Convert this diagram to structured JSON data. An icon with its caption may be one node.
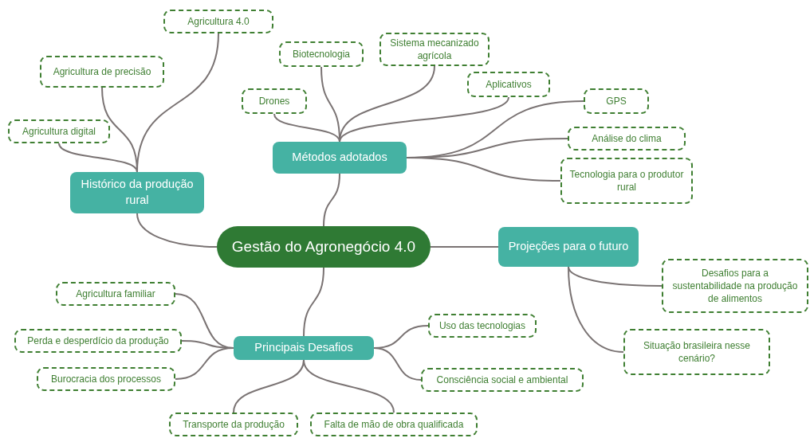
{
  "diagram": {
    "nodes": [
      {
        "text": [
          "Gestão do Agronegócio 4.0"
        ]
      },
      {
        "text": [
          "Histórico da produção rural"
        ]
      },
      {
        "text": [
          "Agricultura 4.0"
        ]
      },
      {
        "text": [
          "Agricultura de precisão"
        ]
      },
      {
        "text": [
          "Agricultura digital"
        ]
      },
      {
        "text": [
          "Métodos adotados"
        ]
      },
      {
        "text": [
          "Biotecnologia"
        ]
      },
      {
        "text": [
          "Sistema mecanizado agrícola"
        ]
      },
      {
        "text": [
          "Drones"
        ]
      },
      {
        "text": [
          "Aplicativos"
        ]
      },
      {
        "text": [
          "GPS"
        ]
      },
      {
        "text": [
          "Análise do clima"
        ]
      },
      {
        "text": [
          "Tecnologia para o produtor rural"
        ]
      },
      {
        "text": [
          "Projeções para o futuro"
        ]
      },
      {
        "text": [
          "Desafios para a sustentabilidade na produção de alimentos"
        ]
      },
      {
        "text": [
          "Situação brasileira nesse cenário?"
        ]
      },
      {
        "text": [
          "Principais Desafios"
        ]
      },
      {
        "text": [
          "Agricultura familiar"
        ]
      },
      {
        "text": [
          "Perda e desperdício da produção"
        ]
      },
      {
        "text": [
          "Burocracia dos processos"
        ]
      },
      {
        "text": [
          "Uso das tecnologias"
        ]
      },
      {
        "text": [
          "Consciência social e ambiental"
        ]
      },
      {
        "text": [
          "Transporte da produção"
        ]
      },
      {
        "text": [
          "Falta de mão de obra qualificada"
        ]
      }
    ],
    "edges": [
      {
        "from": 0,
        "to": 1,
        "arrow": "none"
      },
      {
        "from": 1,
        "to": 2,
        "arrow": "none"
      },
      {
        "from": 1,
        "to": 3,
        "arrow": "none"
      },
      {
        "from": 1,
        "to": 4,
        "arrow": "none"
      },
      {
        "from": 0,
        "to": 5,
        "arrow": "none"
      },
      {
        "from": 5,
        "to": 6,
        "arrow": "none"
      },
      {
        "from": 5,
        "to": 7,
        "arrow": "none"
      },
      {
        "from": 5,
        "to": 8,
        "arrow": "none"
      },
      {
        "from": 5,
        "to": 9,
        "arrow": "none"
      },
      {
        "from": 5,
        "to": 10,
        "arrow": "none"
      },
      {
        "from": 5,
        "to": 11,
        "arrow": "none"
      },
      {
        "from": 5,
        "to": 12,
        "arrow": "none"
      },
      {
        "from": 0,
        "to": 13,
        "arrow": "none"
      },
      {
        "from": 13,
        "to": 14,
        "arrow": "none"
      },
      {
        "from": 13,
        "to": 15,
        "arrow": "none"
      },
      {
        "from": 0,
        "to": 16,
        "arrow": "none"
      },
      {
        "from": 16,
        "to": 17,
        "arrow": "none"
      },
      {
        "from": 16,
        "to": 18,
        "arrow": "none"
      },
      {
        "from": 16,
        "to": 19,
        "arrow": "none"
      },
      {
        "from": 16,
        "to": 20,
        "arrow": "none"
      },
      {
        "from": 16,
        "to": 21,
        "arrow": "none"
      },
      {
        "from": 16,
        "to": 22,
        "arrow": "none"
      },
      {
        "from": 16,
        "to": 23,
        "arrow": "none"
      }
    ]
  }
}
